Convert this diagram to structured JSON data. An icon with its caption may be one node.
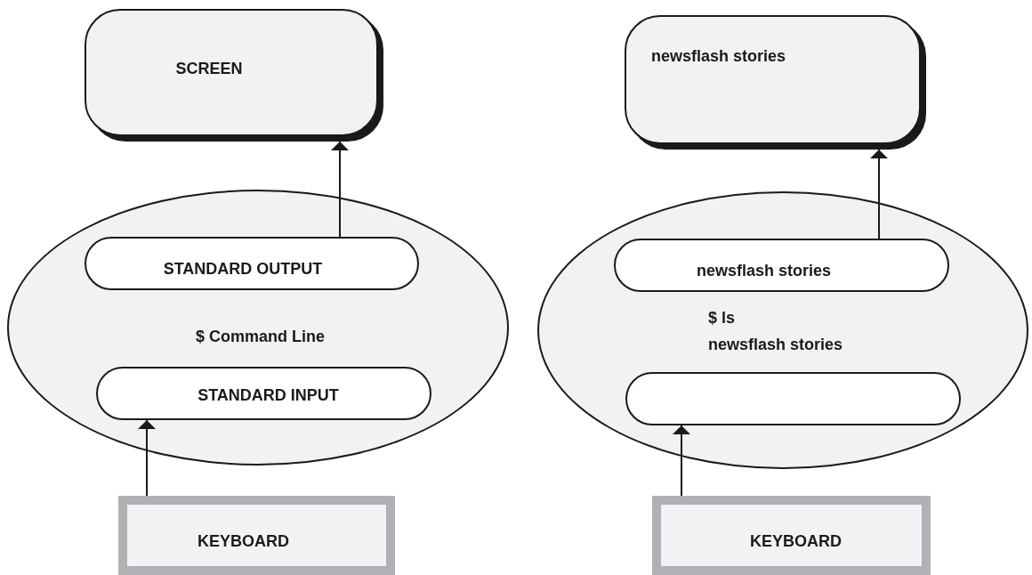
{
  "diagram": {
    "nodes": [
      {
        "text": [
          "SCREEN"
        ]
      },
      {
        "text": [
          "$ Command Line"
        ]
      },
      {
        "text": [
          "STANDARD OUTPUT"
        ],
        "in": 1
      },
      {
        "text": [
          "STANDARD INPUT"
        ],
        "in": 1
      },
      {
        "text": [
          "KEYBOARD"
        ]
      },
      {
        "text": [
          "newsflash stories"
        ]
      },
      {
        "text": [
          "$ ls",
          "newsflash stories"
        ]
      },
      {
        "text": [
          "newsflash stories"
        ],
        "in": 6
      },
      {
        "text": [],
        "shape": "box",
        "in": 6
      },
      {
        "text": [
          "KEYBOARD"
        ]
      }
    ],
    "edges": [
      {
        "from": 4,
        "to": 3,
        "arrow": "to"
      },
      {
        "from": 2,
        "to": 0,
        "arrow": "to"
      },
      {
        "from": 9,
        "to": 8,
        "arrow": "to"
      },
      {
        "from": 7,
        "to": 5,
        "arrow": "to"
      }
    ]
  }
}
